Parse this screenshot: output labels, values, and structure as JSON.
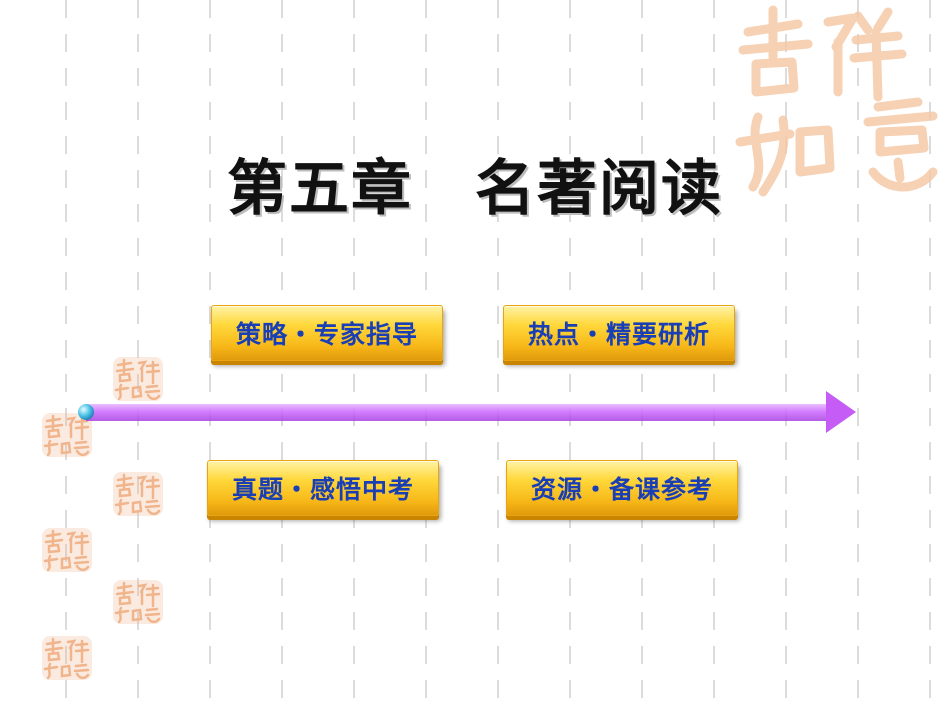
{
  "title": "第五章　名著阅读",
  "nav": {
    "item1": "策略・专家指导",
    "item2": "热点・精要研析",
    "item3": "真题・感悟中考",
    "item4": "资源・备课参考"
  },
  "decor": {
    "watermark_text": "吉祥如意",
    "line_color": "#dcdcdc",
    "arrow_color": "#cc66ff",
    "button_color": "#ffcc33",
    "button_text_color": "#1a3fb5"
  }
}
